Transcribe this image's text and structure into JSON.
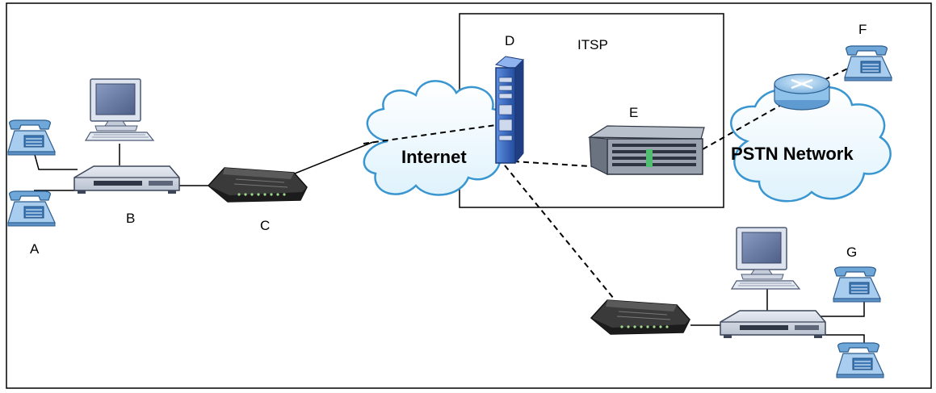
{
  "labels": {
    "a": "A",
    "b": "B",
    "c": "C",
    "d": "D",
    "e": "E",
    "f": "F",
    "g": "G",
    "itsp": "ITSP",
    "internet": "Internet",
    "pstn": "PSTN Network"
  },
  "colors": {
    "phone_blue": "#6fa7d8",
    "cloud_fill": "#f4fbff",
    "cloud_stroke": "#3a96d0",
    "server_blue": "#3a6ec8",
    "modem_dark": "#2b2b2b",
    "router_blue": "#8fc2ea"
  },
  "icons": [
    "phone-icon",
    "computer-icon",
    "router-icon",
    "modem-icon",
    "rack-server-icon",
    "server-icon",
    "pstn-router-icon",
    "cloud-icon"
  ]
}
